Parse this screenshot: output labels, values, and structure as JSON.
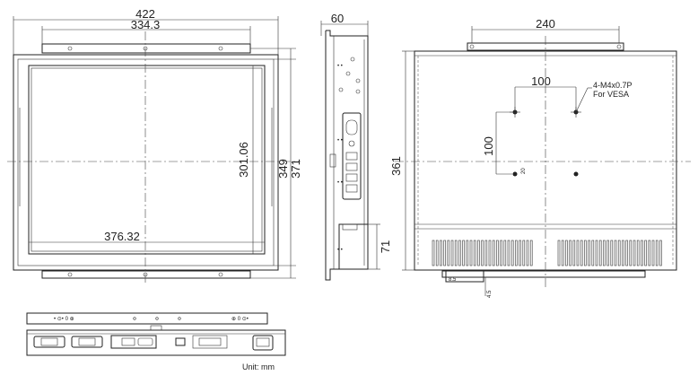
{
  "front_view": {
    "width_overall": "422",
    "bracket_hole_span": "334.3",
    "screen_width": "376.32",
    "screen_height": "301.06",
    "frame_height": "349",
    "height_overall": "371"
  },
  "side_view": {
    "depth": "60",
    "bracket_height": "71"
  },
  "rear_view": {
    "bracket_hole_span": "240",
    "vesa_horizontal": "100",
    "vesa_vertical": "100",
    "vesa_note_line1": "4-M4x0.7P",
    "vesa_note_line2": "For VESA",
    "height": "361",
    "small_dim_a": "20",
    "small_dim_b": "8.5",
    "small_dim_c": "4.5"
  },
  "unit_label": "Unit: mm"
}
